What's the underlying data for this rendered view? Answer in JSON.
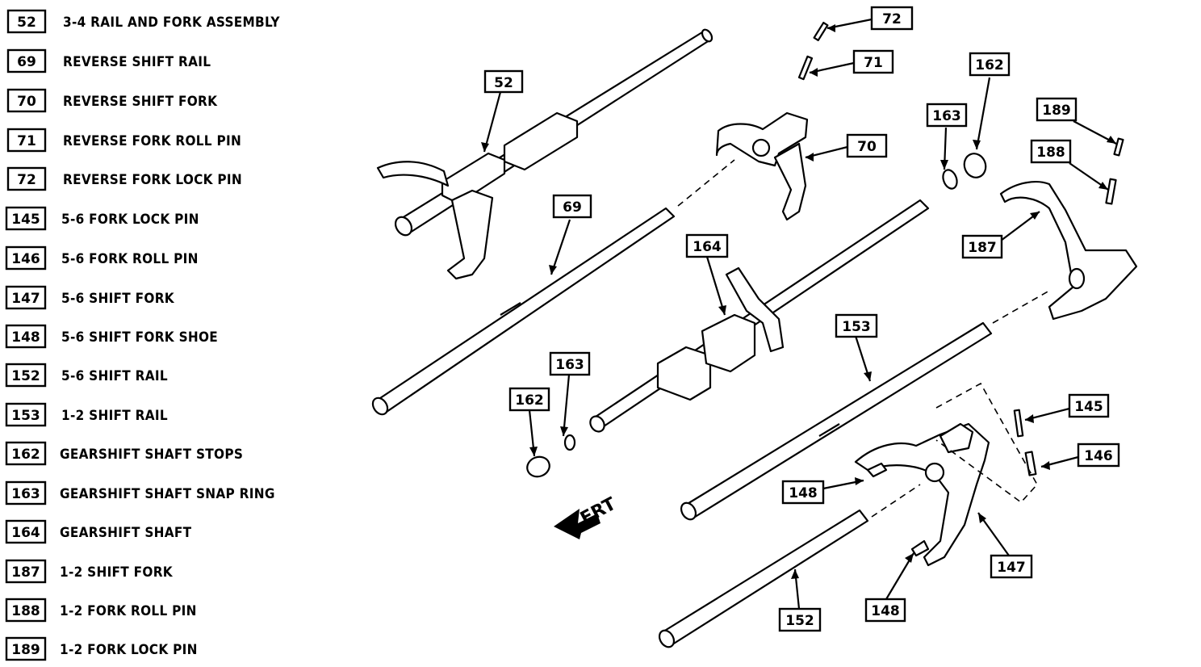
{
  "legend": [
    {
      "num": "52",
      "label": "3-4 RAIL AND FORK ASSEMBLY"
    },
    {
      "num": "69",
      "label": "REVERSE SHIFT RAIL"
    },
    {
      "num": "70",
      "label": "REVERSE SHIFT FORK"
    },
    {
      "num": "71",
      "label": "REVERSE FORK ROLL PIN"
    },
    {
      "num": "72",
      "label": "REVERSE FORK LOCK PIN"
    },
    {
      "num": "145",
      "label": "5-6 FORK LOCK PIN"
    },
    {
      "num": "146",
      "label": "5-6 FORK ROLL PIN"
    },
    {
      "num": "147",
      "label": "5-6 SHIFT FORK"
    },
    {
      "num": "148",
      "label": "5-6 SHIFT FORK SHOE"
    },
    {
      "num": "152",
      "label": "5-6 SHIFT RAIL"
    },
    {
      "num": "153",
      "label": "1-2 SHIFT RAIL"
    },
    {
      "num": "162",
      "label": "GEARSHIFT SHAFT STOPS"
    },
    {
      "num": "163",
      "label": "GEARSHIFT SHAFT SNAP RING"
    },
    {
      "num": "164",
      "label": "GEARSHIFT SHAFT"
    },
    {
      "num": "187",
      "label": "1-2 SHIFT FORK"
    },
    {
      "num": "188",
      "label": "1-2 FORK ROLL PIN"
    },
    {
      "num": "189",
      "label": "1-2 FORK LOCK PIN"
    }
  ],
  "callouts": {
    "c52": "52",
    "c72": "72",
    "c71": "71",
    "c70": "70",
    "c69": "69",
    "c162a": "162",
    "c163a": "163",
    "c189": "189",
    "c188": "188",
    "c187": "187",
    "c164": "164",
    "c153": "153",
    "c162b": "162",
    "c163b": "163",
    "c145": "145",
    "c146": "146",
    "c148a": "148",
    "c148b": "148",
    "c147": "147",
    "c152": "152"
  },
  "orientation_label": "FRT"
}
